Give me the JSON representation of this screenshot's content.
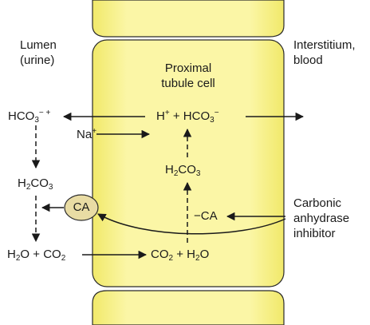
{
  "regions": {
    "lumen": [
      "Lumen",
      "(urine)"
    ],
    "interstitium": [
      "Interstitium,",
      "blood"
    ],
    "cell": [
      "Proximal",
      "tubule cell"
    ]
  },
  "enzyme": {
    "ca": "CA",
    "inhibited_ca": "−CA",
    "inhibitor": [
      "Carbonic",
      "anhydrase",
      "inhibitor"
    ]
  },
  "species": {
    "bicarbonate": "HCO",
    "bicarbonate_sub": "3",
    "lumen_hco3_charge": "− +",
    "cell_hco3_charge": "−",
    "proton": "H",
    "proton_charge": "+",
    "plus": "+",
    "sodium": "Na",
    "sodium_charge": "+",
    "h2co3_a": "H",
    "h2co3_sub2": "2",
    "h2co3_b": "CO",
    "h2co3_sub3": "3",
    "water_a": "H",
    "water_sub": "2",
    "water_b": "O",
    "co2": "CO",
    "co2_sub": "2"
  },
  "colors": {
    "cell_fill": "#fbf6a6",
    "cell_stroke": "#2a2a2a",
    "ca_fill": "#e9dca4",
    "arrow": "#1a1a1a"
  }
}
